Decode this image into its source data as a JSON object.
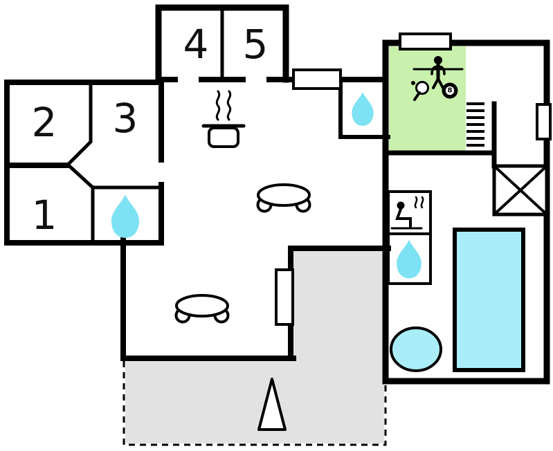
{
  "floorplan": {
    "rooms": [
      {
        "id": "room-1",
        "label": "1"
      },
      {
        "id": "room-2",
        "label": "2"
      },
      {
        "id": "room-3",
        "label": "3"
      },
      {
        "id": "room-4",
        "label": "4"
      },
      {
        "id": "room-5",
        "label": "5"
      }
    ],
    "billiard_ball_label": "8",
    "colors": {
      "wall": "#000000",
      "water_feature": "#7de2f3",
      "pool": "#a9edf8",
      "game_room": "#c9f0ad",
      "terrace": "#e2e2e2",
      "room_fill": "#ffffff"
    },
    "icons": [
      {
        "name": "water-drop-icon"
      },
      {
        "name": "stove-pot-icon"
      },
      {
        "name": "sofa-icon"
      },
      {
        "name": "table-football-icon"
      },
      {
        "name": "table-tennis-paddle-icon"
      },
      {
        "name": "billiard-ball-icon"
      },
      {
        "name": "stairs-icon"
      },
      {
        "name": "sauna-icon"
      },
      {
        "name": "swimming-pool-icon"
      },
      {
        "name": "tub-icon"
      },
      {
        "name": "tree-icon"
      },
      {
        "name": "window-icon"
      },
      {
        "name": "door-opening-icon"
      }
    ]
  }
}
